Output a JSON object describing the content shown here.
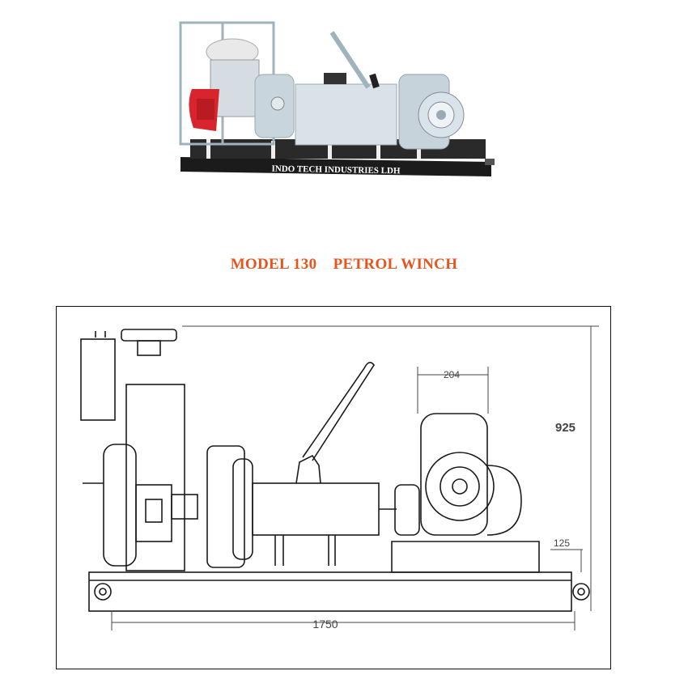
{
  "photo": {
    "brand_label": "INDO TECH INDUSTRIES LDH",
    "colors": {
      "engine": "#d8242c",
      "frame": "#b6c6cf",
      "base": "#1b1b1b"
    }
  },
  "title": {
    "text": "MODEL 130    PETROL WINCH",
    "color": "#e8541e"
  },
  "drawing": {
    "dimensions": {
      "motor_width": "204",
      "height": "925",
      "base_height": "125",
      "length": "1750"
    }
  }
}
